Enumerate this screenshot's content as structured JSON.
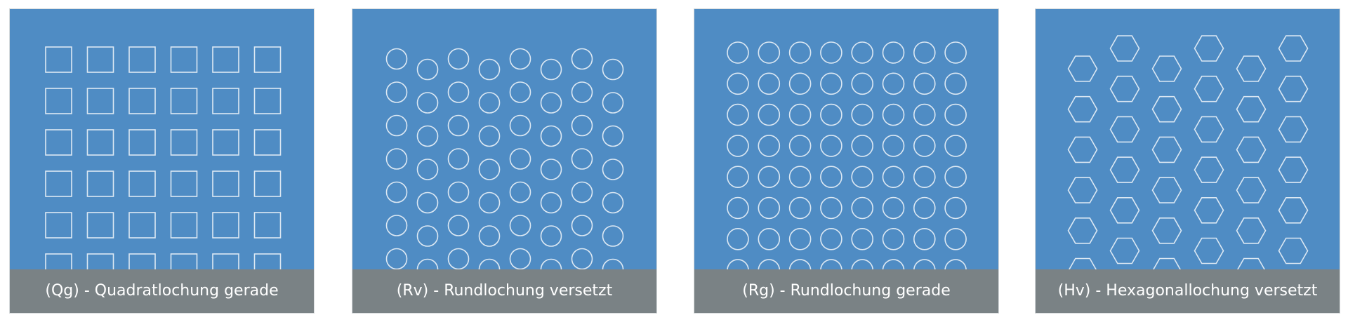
{
  "colors": {
    "panel_bg": "#4f8cc4",
    "caption_bg": "#7a8285",
    "shape_stroke": "#dce8f3"
  },
  "panels": [
    {
      "caption": "(Qg) - Quadratlochung gerade",
      "pattern": "square-straight"
    },
    {
      "caption": "(Rv) - Rundlochung versetzt",
      "pattern": "round-staggered"
    },
    {
      "caption": "(Rg) - Rundlochung gerade",
      "pattern": "round-straight"
    },
    {
      "caption": "(Hv) - Hexagonallochung versetzt",
      "pattern": "hex-staggered"
    }
  ]
}
